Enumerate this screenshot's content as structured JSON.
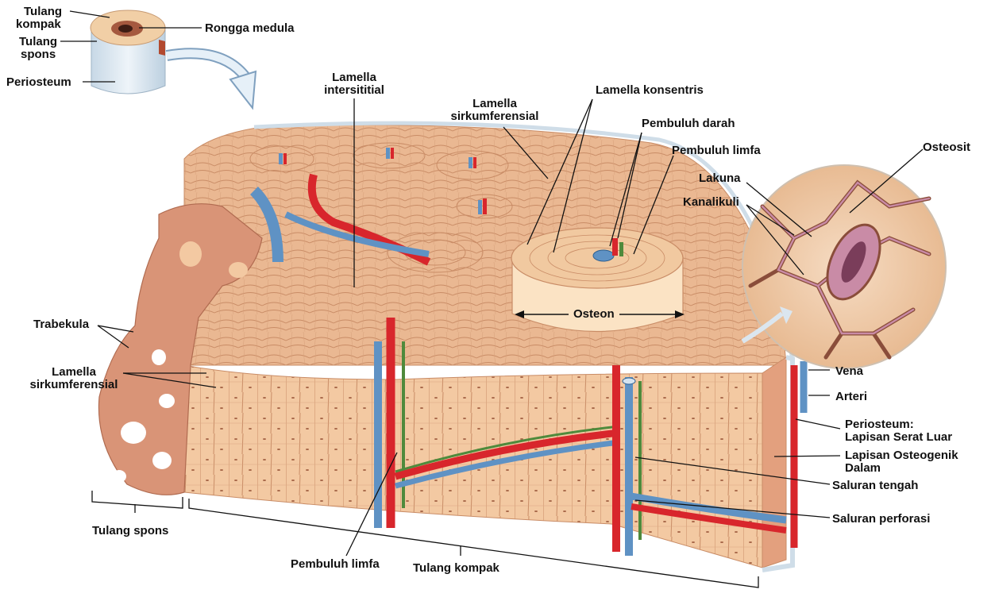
{
  "labels": {
    "tulang_kompak_inset_l1": "Tulang",
    "tulang_kompak_inset_l2": "kompak",
    "tulang_spons_inset_l1": "Tulang",
    "tulang_spons_inset_l2": "spons",
    "periosteum_inset": "Periosteum",
    "rongga_medula": "Rongga medula",
    "lamella_intersititial_l1": "Lamella",
    "lamella_intersititial_l2": "intersititial",
    "lamella_sirkum_top_l1": "Lamella",
    "lamella_sirkum_top_l2": "sirkumferensial",
    "lamella_konsentris": "Lamella konsentris",
    "pembuluh_darah": "Pembuluh darah",
    "pembuluh_limfa_top": "Pembuluh limfa",
    "osteosit": "Osteosit",
    "lakuna": "Lakuna",
    "kanalikuli": "Kanalikuli",
    "osteon": "Osteon",
    "trabekula": "Trabekula",
    "lamella_sirkum_left_l1": "Lamella",
    "lamella_sirkum_left_l2": "sirkumferensial",
    "vena": "Vena",
    "arteri": "Arteri",
    "periosteum_l1": "Periosteum:",
    "periosteum_l2": "Lapisan Serat Luar",
    "lapisan_osteogenik_l1": "Lapisan Osteogenik",
    "lapisan_osteogenik_l2": "Dalam",
    "saluran_tengah": "Saluran tengah",
    "saluran_perforasi": "Saluran perforasi",
    "tulang_spons": "Tulang spons",
    "pembuluh_limfa_bottom": "Pembuluh limfa",
    "tulang_kompak": "Tulang kompak"
  },
  "colors": {
    "bone_top": "#eab892",
    "bone_side": "#f3c9a2",
    "bone_lines": "#c98c66",
    "spongy": "#d99477",
    "artery": "#d8262c",
    "vein": "#5f92c4",
    "lymph": "#4f8a3c",
    "periosteum": "#dbe6ef",
    "osteocyte_cell": "#c98ba6",
    "osteocyte_nucleus": "#7a3d5a"
  }
}
